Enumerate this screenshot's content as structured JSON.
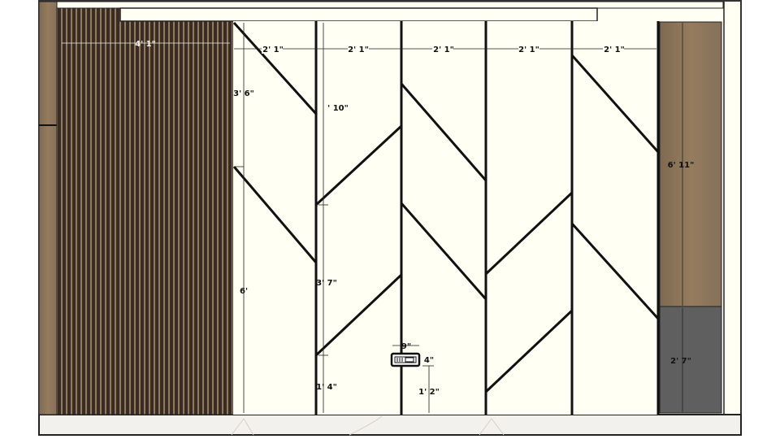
{
  "drawing": {
    "colors": {
      "wall": "#fffff3",
      "wood": "#8c7458",
      "slat_dark": "#3a2c22",
      "slat_light": "#8f7a62",
      "base_cabinet": "#5f5f5f",
      "floor": "#f3f1ee",
      "line": "#111111"
    },
    "dimensions": {
      "slat_width": "4' 1\"",
      "panel_widths": [
        "2' 1\"",
        "2' 1\"",
        "2' 1\"",
        "2' 1\"",
        "2' 1\""
      ],
      "panel1_upper": "3' 6\"",
      "panel1_lower": "6'",
      "panel2_upper": "' 10\"",
      "panel2_middle": "3' 7\"",
      "panel2_lower": "1' 4\"",
      "outlet_width": "9\"",
      "outlet_height": "4\"",
      "outlet_elevation": "1' 2\"",
      "tall_unit_height": "6' 11\"",
      "base_unit_height": "2' 7\""
    },
    "icons": {
      "outlet": "switch-plate-icon"
    }
  }
}
